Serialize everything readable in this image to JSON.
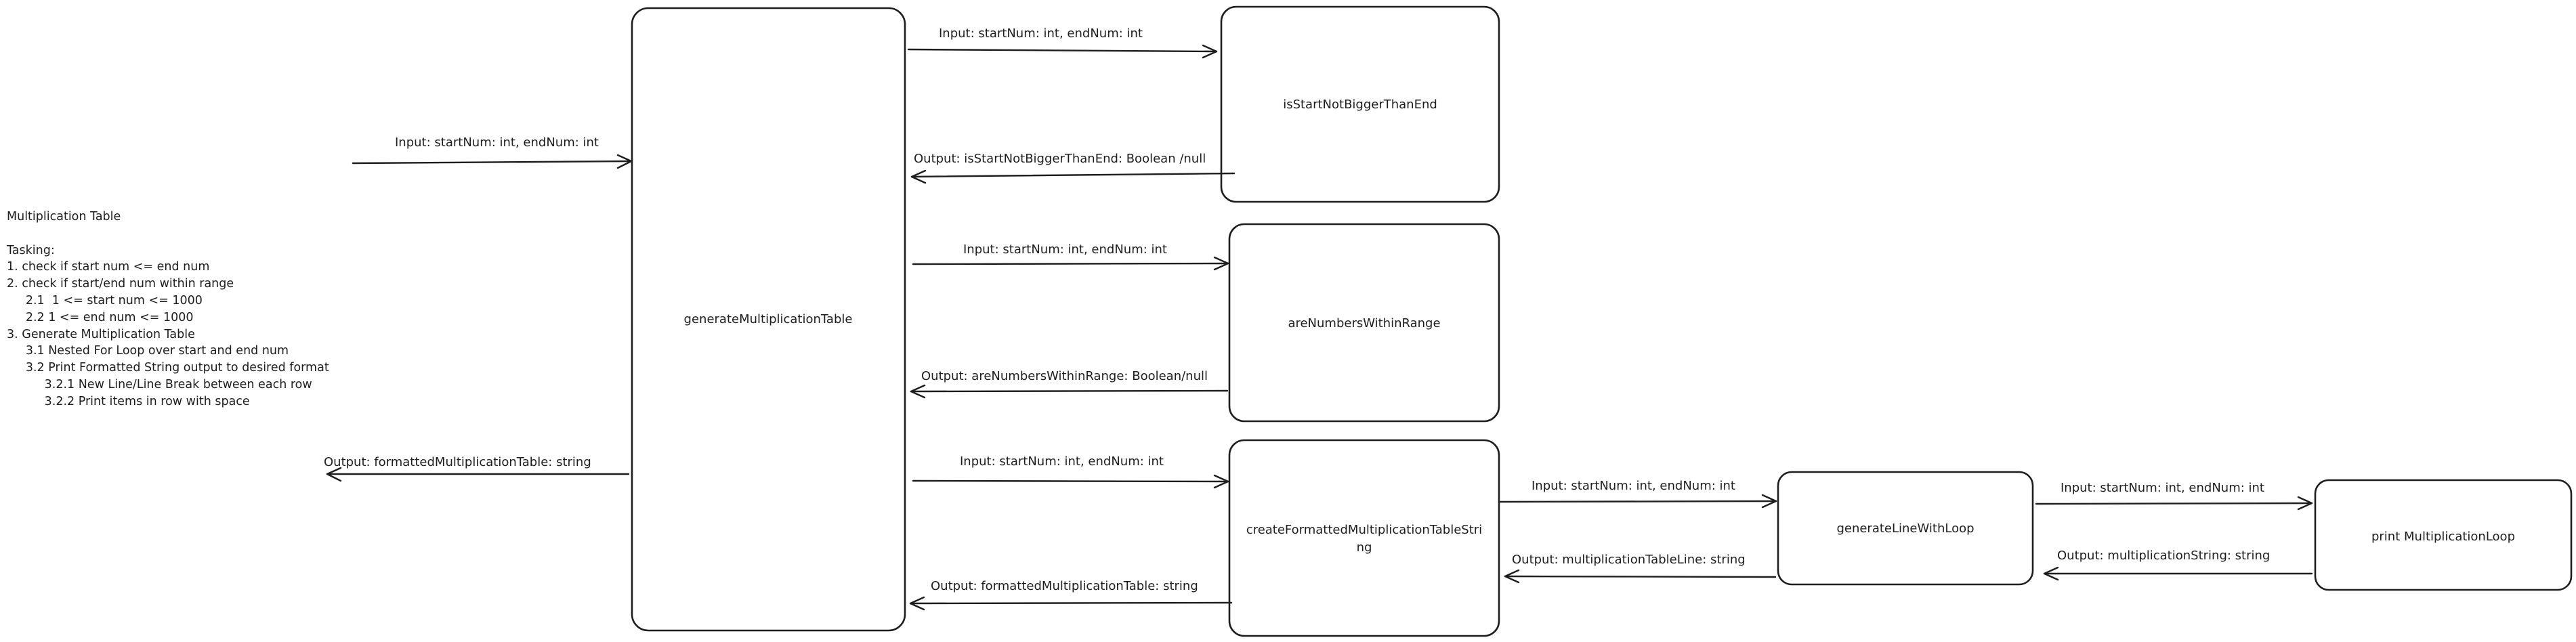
{
  "notes": "Multiplication Table\n\nTasking:\n1. check if start num <= end num\n2. check if start/end num within range\n     2.1  1 <= start num <= 1000\n     2.2 1 <= end num <= 1000\n3. Generate Multiplication Table\n     3.1 Nested For Loop over start and end num\n     3.2 Print Formatted String output to desired format\n          3.2.1 New Line/Line Break between each row\n          3.2.2 Print items in row with space",
  "boxes": {
    "generate": "generateMultiplicationTable",
    "is_start": "isStartNotBiggerThanEnd",
    "within_range": "areNumbersWithinRange",
    "create_formatted_line1": "createFormattedMultiplicationTableStri",
    "create_formatted_line2": "ng",
    "generate_line": "generateLineWithLoop",
    "print_loop": "print MultiplicationLoop"
  },
  "labels": {
    "main_input": "Input: startNum: int, endNum: int",
    "main_output": "Output: formattedMultiplicationTable: string",
    "is_start_input": "Input: startNum: int, endNum: int",
    "is_start_output": "Output: isStartNotBiggerThanEnd: Boolean /null",
    "range_input": "Input: startNum: int, endNum: int",
    "range_output": "Output: areNumbersWithinRange: Boolean/null",
    "format_input": "Input: startNum: int, endNum: int",
    "format_output": "Output: formattedMultiplicationTable: string",
    "line_input": "Input: startNum: int, endNum: int",
    "line_output": "Output: multiplicationTableLine: string",
    "print_input": "Input: startNum: int, endNum: int",
    "print_output": "Output: multiplicationString: string"
  }
}
